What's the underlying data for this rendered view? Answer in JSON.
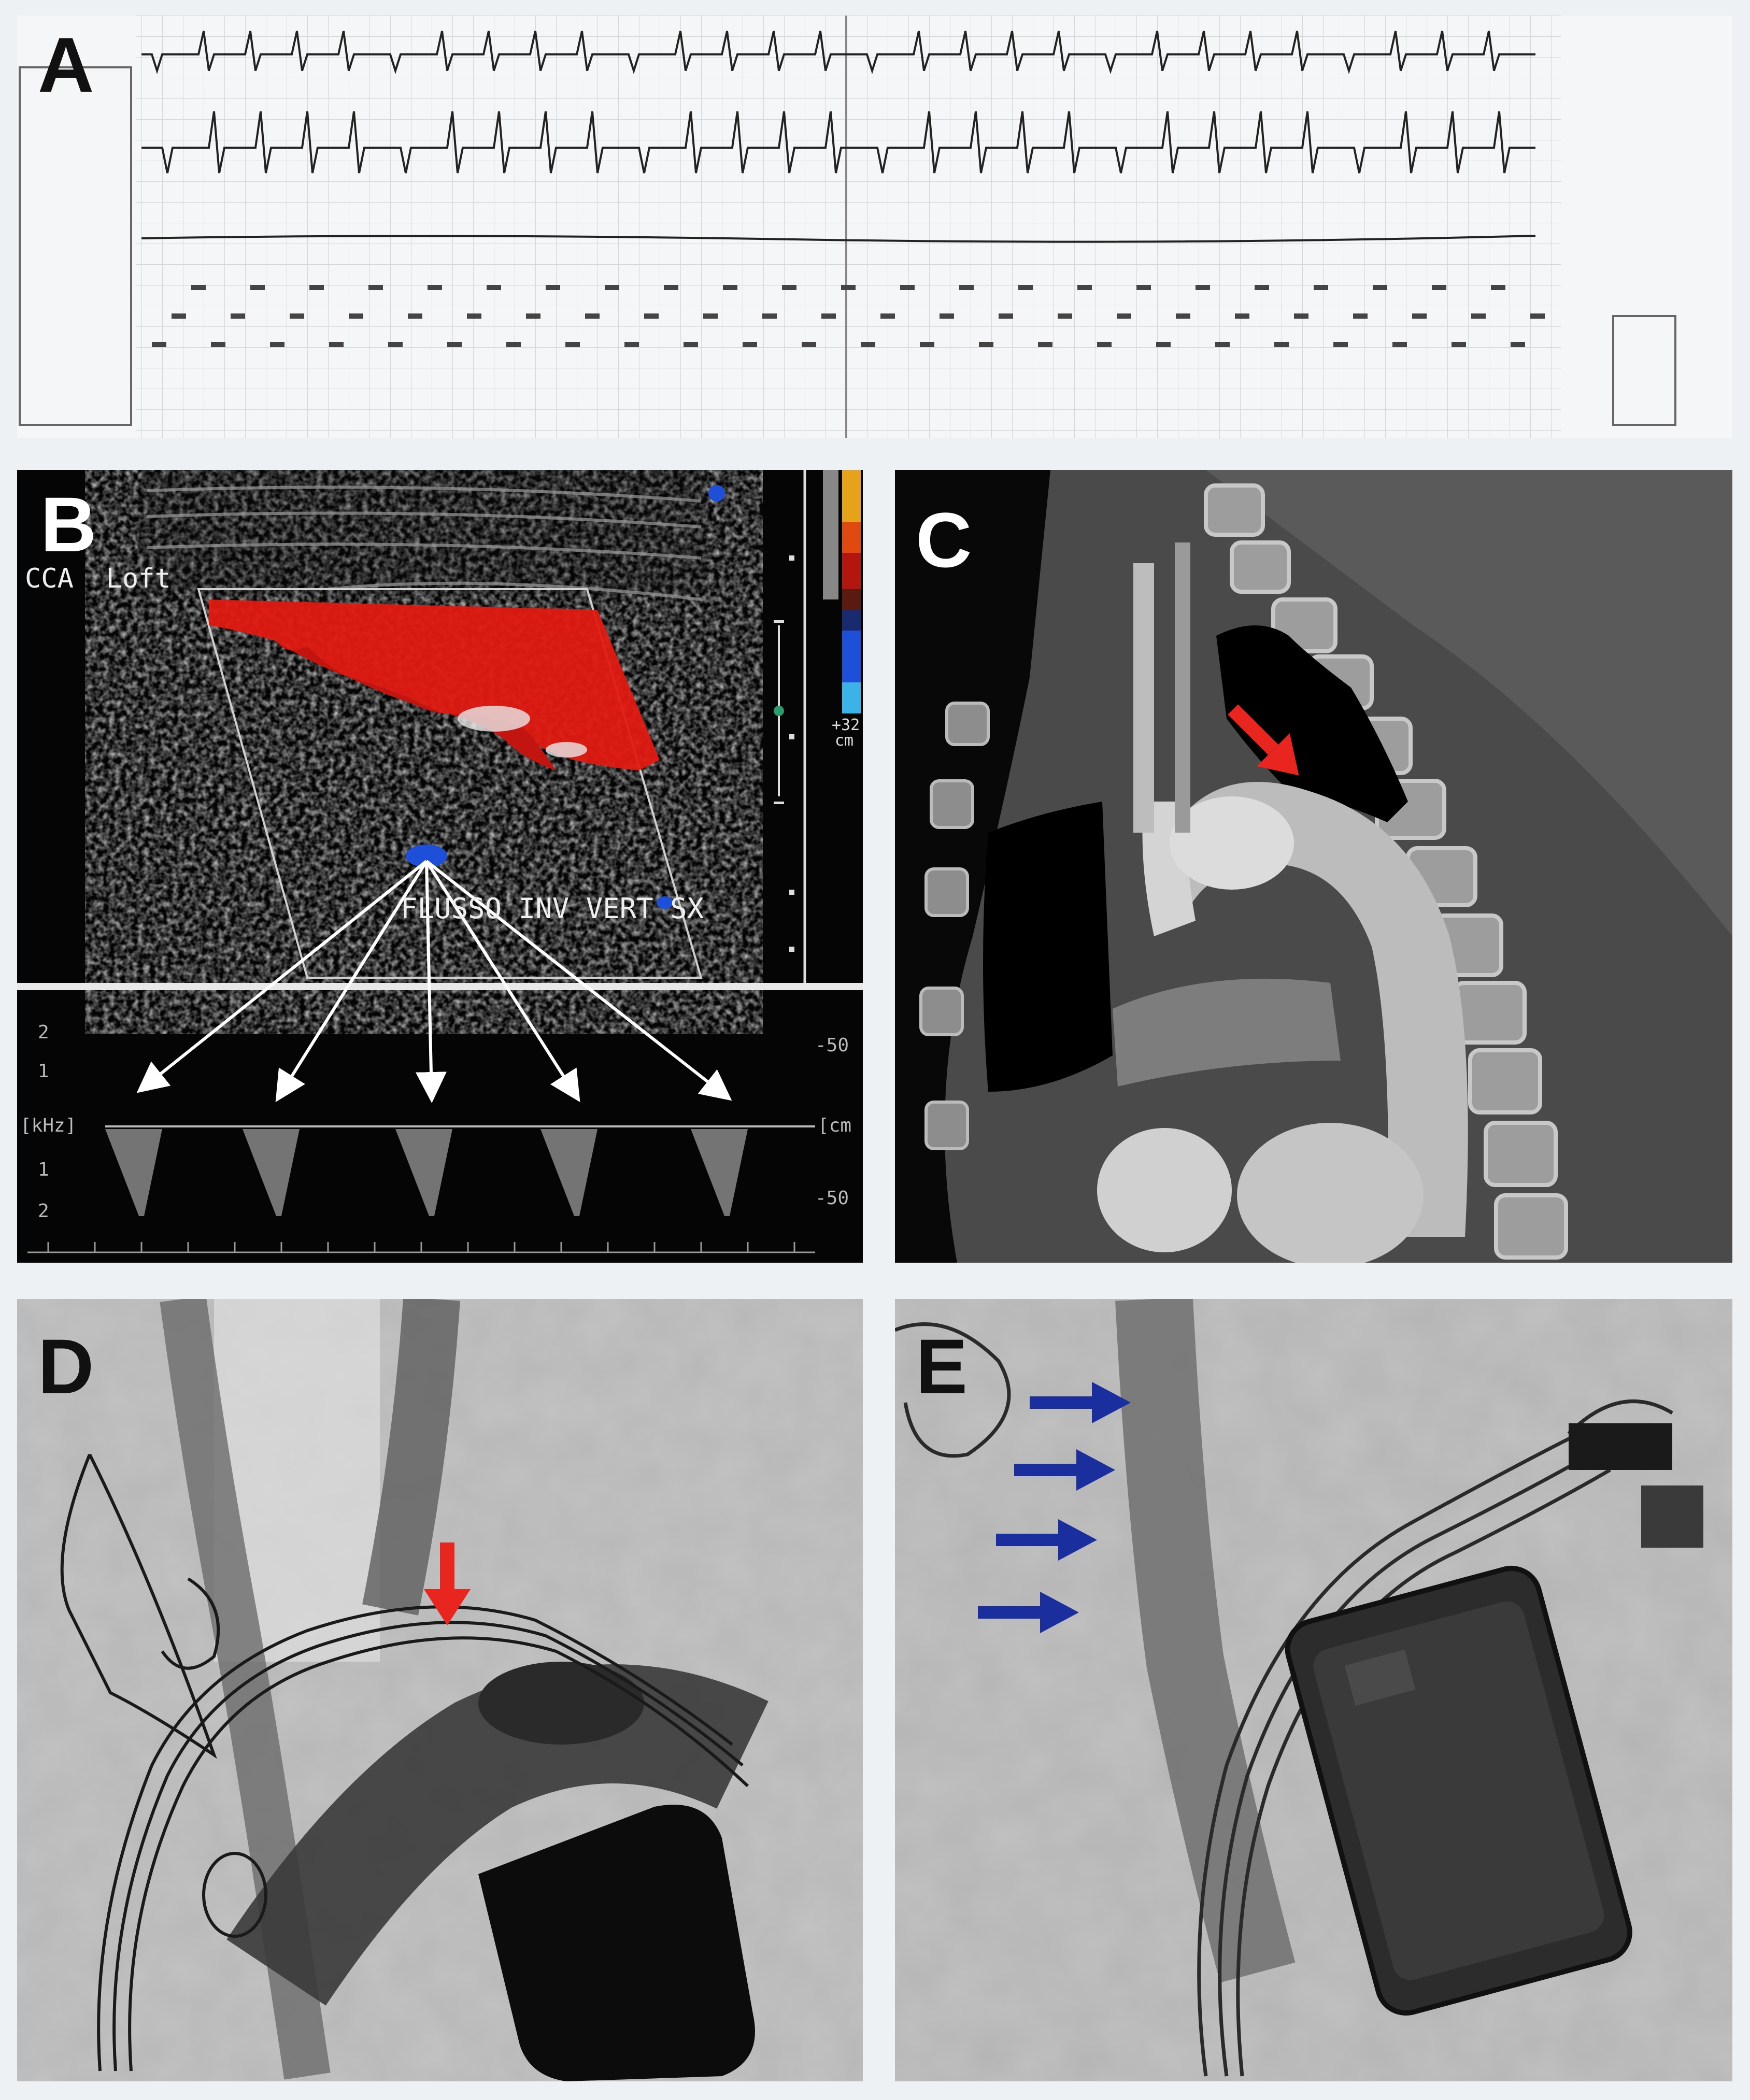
{
  "panels": {
    "a": {
      "label": "A"
    },
    "b": {
      "label": "B",
      "vessel_label": "CCA  Loft",
      "flow_label": "FLUSSO INV VERT SX",
      "colorbar_bottom": "+32",
      "colorbar_unit": "cm",
      "spectral_left_unit": "[kHz]",
      "spectral_right_unit": "[cm",
      "right_ticks": [
        "-50",
        "-50"
      ],
      "left_ticks": [
        "2",
        "1",
        "1",
        "2"
      ]
    },
    "c": {
      "label": "C"
    },
    "d": {
      "label": "D"
    },
    "e": {
      "label": "E"
    }
  },
  "colors": {
    "background": "#eef1f4",
    "red_arrow": "#e8261f",
    "blue_arrow": "#1a2e9e",
    "doppler_red": "#e01a12",
    "doppler_blue": "#1e4fd8"
  }
}
